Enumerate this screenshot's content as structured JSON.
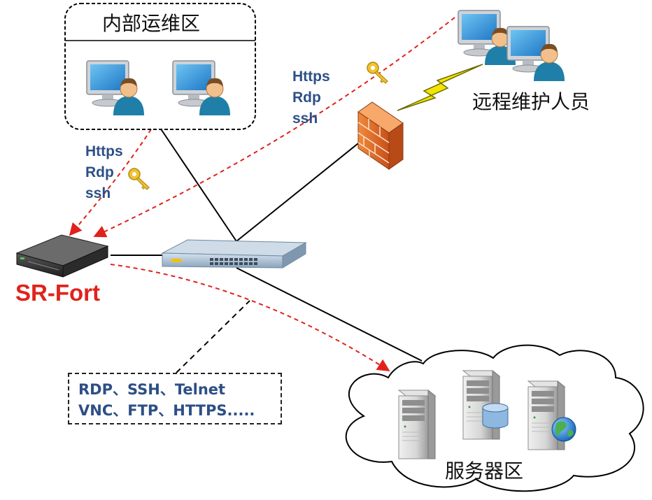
{
  "zones": {
    "internal_ops": {
      "label": "内部运维区"
    },
    "remote_staff": {
      "label": "远程维护人员"
    },
    "server_zone": {
      "label": "服务器区"
    }
  },
  "protocols_left": {
    "line1": "Https",
    "line2": "Rdp",
    "line3": "ssh"
  },
  "protocols_right": {
    "line1": "Https",
    "line2": "Rdp",
    "line3": "ssh"
  },
  "device": {
    "name": "SR-Fort"
  },
  "protocol_list": {
    "line1": "RDP、SSH、Telnet",
    "line2": "VNC、FTP、HTTPS....."
  },
  "colors": {
    "protocol_text": "#2d4f86",
    "brand_red": "#e1221c",
    "dashed_red": "#e1221c",
    "firewall": "#e8702a",
    "lightning": "#f2e600"
  },
  "icons": {
    "workstation": "computer-user-icon",
    "key": "key-icon",
    "firewall": "firewall-icon",
    "switch": "network-switch-icon",
    "server": "server-tower-icon",
    "database": "database-icon",
    "globe": "globe-icon",
    "lightning": "lightning-icon"
  }
}
